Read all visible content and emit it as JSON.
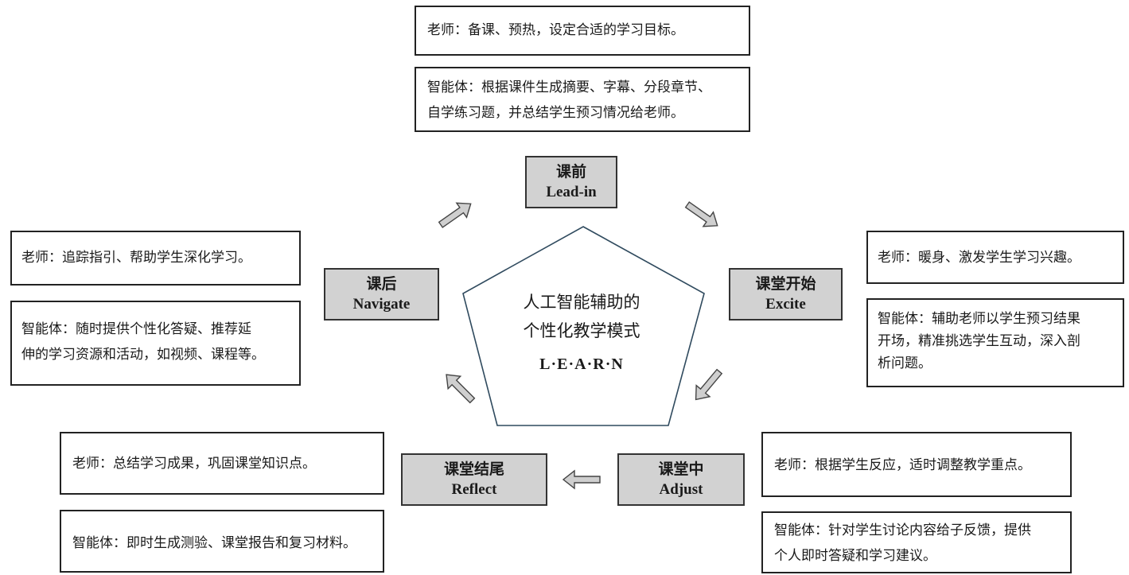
{
  "center": {
    "line1": "人工智能辅助的",
    "line2": "个性化教学模式",
    "line3": "L·E·A·R·N"
  },
  "stages": {
    "leadin": {
      "cn": "课前",
      "en": "Lead-in"
    },
    "excite": {
      "cn": "课堂开始",
      "en": "Excite"
    },
    "adjust": {
      "cn": "课堂中",
      "en": "Adjust"
    },
    "reflect": {
      "cn": "课堂结尾",
      "en": "Reflect"
    },
    "navigate": {
      "cn": "课后",
      "en": "Navigate"
    }
  },
  "boxes": {
    "leadin_teacher": [
      "老师：备课、预热，设定合适的学习目标。"
    ],
    "leadin_agent": [
      "智能体：根据课件生成摘要、字幕、分段章节、",
      "自学练习题，并总结学生预习情况给老师。"
    ],
    "excite_teacher": [
      "老师：暖身、激发学生学习兴趣。"
    ],
    "excite_agent": [
      "智能体：辅助老师以学生预习结果",
      "开场，精准挑选学生互动，深入剖",
      "析问题。"
    ],
    "adjust_teacher": [
      "老师：根据学生反应，适时调整教学重点。"
    ],
    "adjust_agent": [
      "智能体：针对学生讨论内容给子反馈，提供",
      "个人即时答疑和学习建议。"
    ],
    "reflect_teacher": [
      "老师：总结学习成果，巩固课堂知识点。"
    ],
    "reflect_agent": [
      "智能体：即时生成测验、课堂报告和复习材料。"
    ],
    "navigate_teacher": [
      "老师：追踪指引、帮助学生深化学习。"
    ],
    "navigate_agent": [
      "智能体：随时提供个性化答疑、推荐延",
      "伸的学习资源和活动，如视频、课程等。"
    ]
  }
}
